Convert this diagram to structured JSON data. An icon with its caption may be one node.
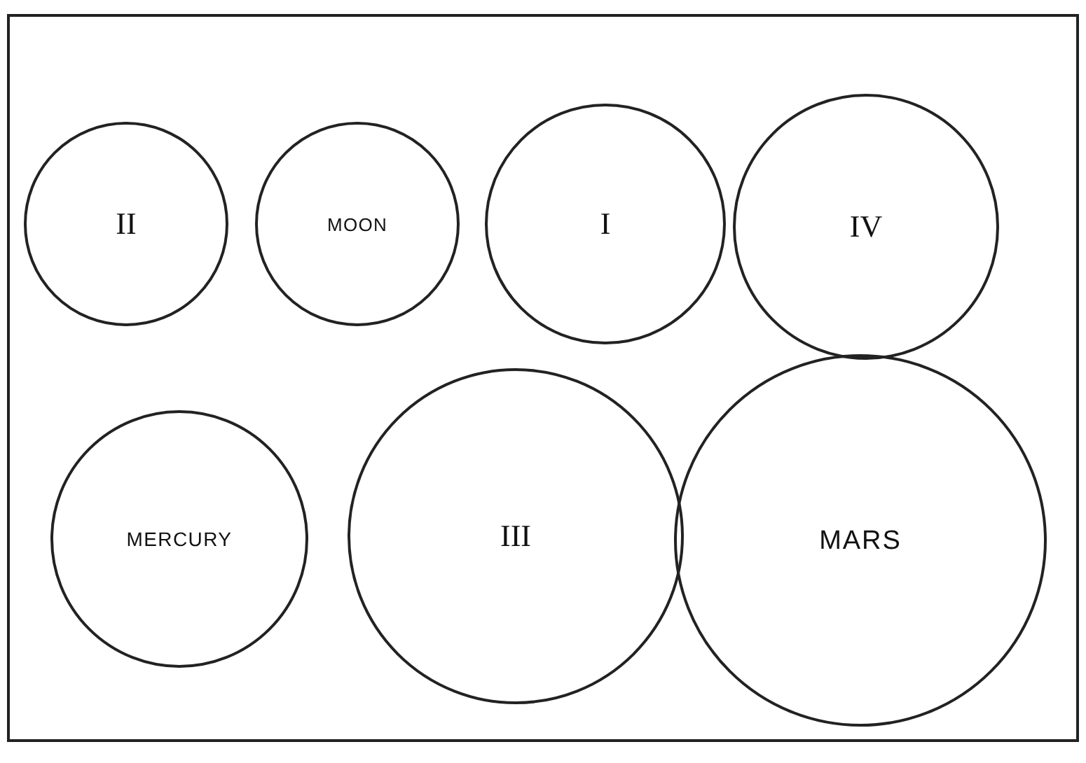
{
  "diagram": {
    "nodes": [
      {
        "text": [
          "II"
        ]
      },
      {
        "text": [
          "MOON"
        ]
      },
      {
        "text": [
          "I"
        ]
      },
      {
        "text": [
          "IV"
        ]
      },
      {
        "text": [
          "MERCURY"
        ]
      },
      {
        "text": [
          "III"
        ]
      },
      {
        "text": [
          "MARS"
        ]
      }
    ]
  }
}
